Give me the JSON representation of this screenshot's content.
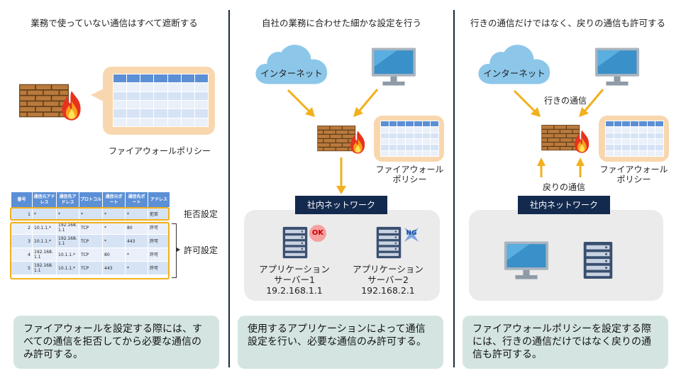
{
  "panel1": {
    "heading": "業務で使っていない通信はすべて遮断する",
    "policy_label": "ファイアウォールポリシー",
    "table": {
      "headers": [
        "番号",
        "通信元アドレス",
        "通信先アドレス",
        "プロトコル",
        "通信元ポート",
        "通信先ポート",
        "アドレス"
      ],
      "rows": [
        [
          "1",
          "*",
          "*",
          "*",
          "*",
          "*",
          "拒否"
        ],
        [
          "2",
          "10.1.1.*",
          "192.168.1.1",
          "TCP",
          "*",
          "80",
          "許可"
        ],
        [
          "3",
          "10.1.1.*",
          "192.168.1.1",
          "TCP",
          "*",
          "443",
          "許可"
        ],
        [
          "4",
          "192.168.1.1",
          "10.1.1.*",
          "TCP",
          "80",
          "*",
          "許可"
        ],
        [
          "5",
          "192.168.1.1",
          "10.1.1.*",
          "TCP",
          "443",
          "*",
          "許可"
        ]
      ]
    },
    "deny_label": "拒否設定",
    "allow_label": "許可設定",
    "caption": "ファイアウォールを設定する際には、すべての通信を拒否してから必要な通信のみ許可する。"
  },
  "panel2": {
    "heading": "自社の業務に合わせた細かな設定を行う",
    "internet_label": "インターネット",
    "policy_label_line1": "ファイアウォール",
    "policy_label_line2": "ポリシー",
    "network_label": "社内ネットワーク",
    "server1": {
      "line1": "アプリケーション",
      "line2": "サーバー1",
      "ip": "19.2.168.1.1",
      "badge": "OK"
    },
    "server2": {
      "line1": "アプリケーション",
      "line2": "サーバー2",
      "ip": "192.168.2.1",
      "badge": "NG"
    },
    "caption": "使用するアプリケーションによって通信設定を行い、必要な通信のみ許可する。"
  },
  "panel3": {
    "heading": "行きの通信だけではなく、戻りの通信も許可する",
    "internet_label": "インターネット",
    "outbound_label": "行きの通信",
    "return_label": "戻りの通信",
    "policy_label_line1": "ファイアウォール",
    "policy_label_line2": "ポリシー",
    "network_label": "社内ネットワーク",
    "caption": "ファイアウォールポリシーを設定する際には、行きの通信だけではなく戻りの通信も許可する。"
  },
  "colors": {
    "accent_yellow": "#f2b01c",
    "navy": "#132a4e",
    "caption_bg": "#d4e5e1",
    "bubble_bg": "#f9d7ae",
    "table_header": "#5b8fd6",
    "cloud": "#8cc7ea",
    "monitor_frame": "#a8b4bf",
    "monitor_screen": "#3a90c8",
    "server": "#3a4f70",
    "ok_badge": "#f7a0a0",
    "ng_badge": "#7fa5df"
  },
  "icons": [
    "firewall-icon",
    "cloud-icon",
    "monitor-icon",
    "server-icon",
    "ok-badge-icon",
    "ng-badge-icon",
    "arrow-icon"
  ]
}
